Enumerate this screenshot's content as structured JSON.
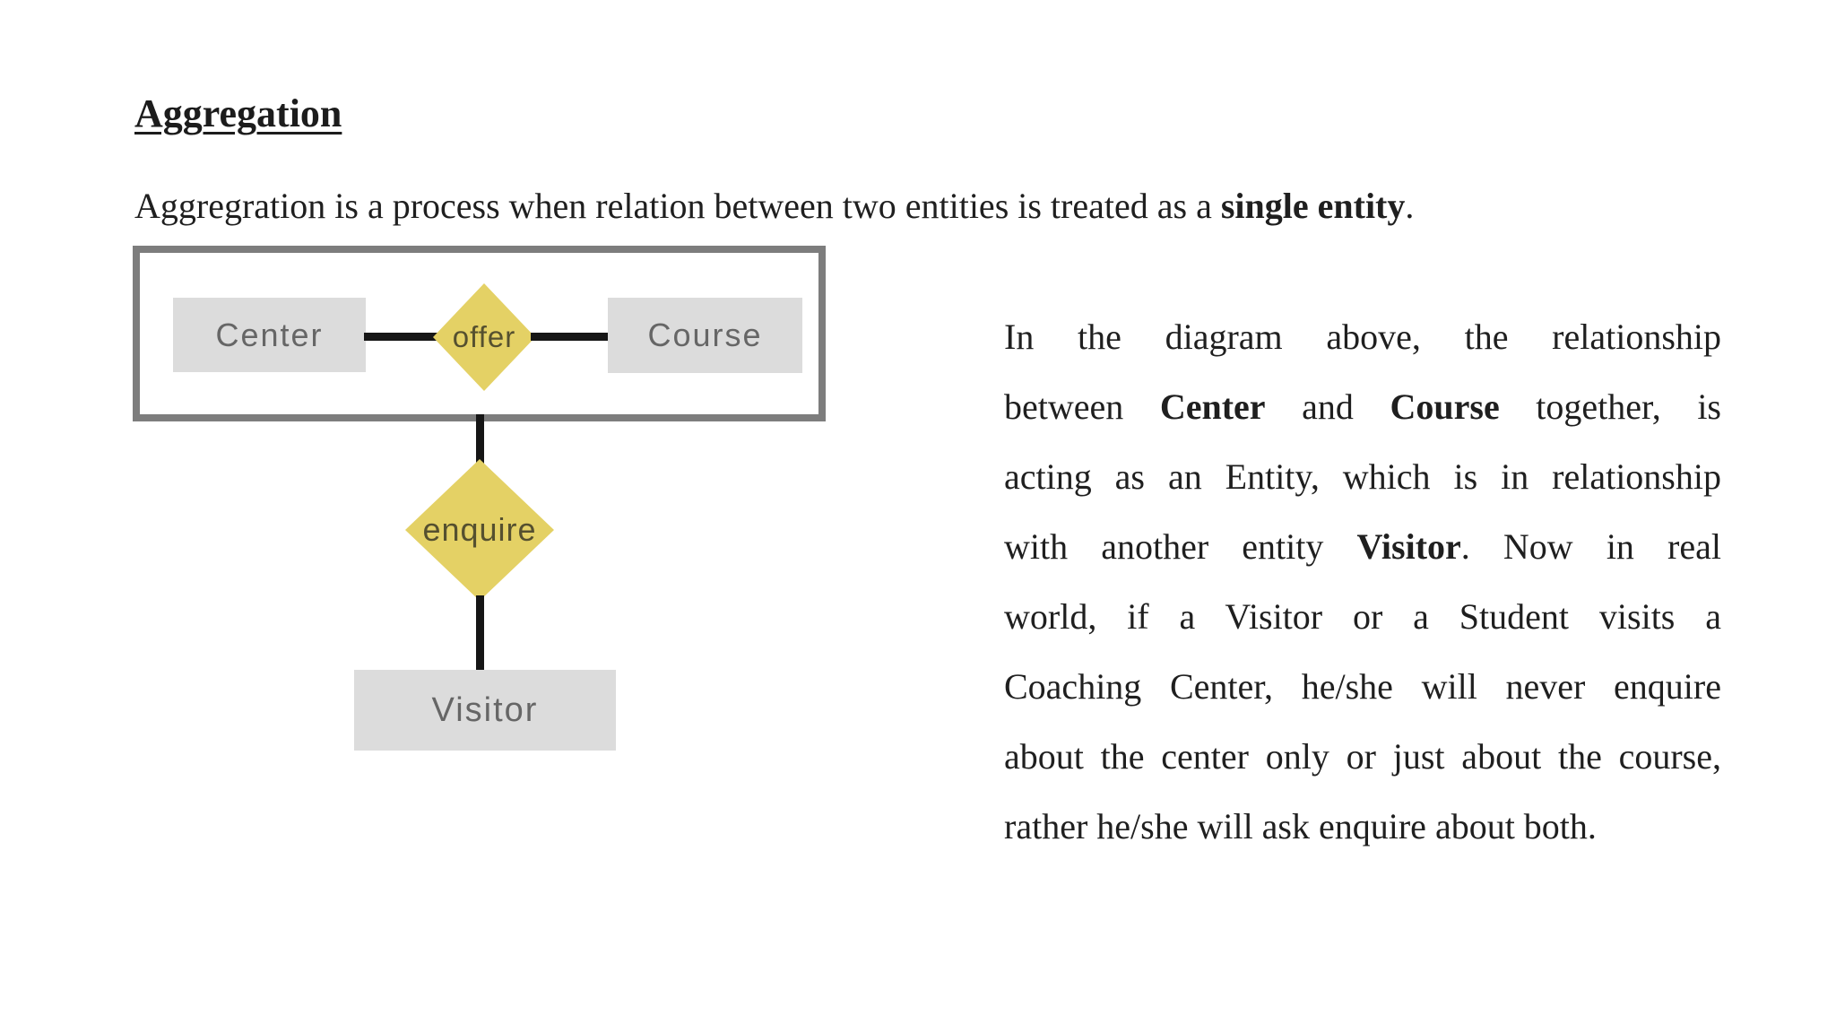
{
  "heading": "Aggregation",
  "intro": {
    "prefix": "Aggregration is a process when relation between two entities is treated as a ",
    "bold": "single entity",
    "suffix": "."
  },
  "diagram": {
    "entities": {
      "center": "Center",
      "course": "Course",
      "visitor": "Visitor"
    },
    "relationships": {
      "offer": "offer",
      "enquire": "enquire"
    },
    "colors": {
      "entity_fill": "#dcdcdc",
      "relationship_fill": "#e4d165",
      "boundary_border": "#7d7d7d",
      "connector": "#161616",
      "entity_text": "#666666",
      "relationship_text": "#55502f"
    }
  },
  "description": {
    "lines": [
      {
        "last": false,
        "segments": [
          {
            "t": "In the diagram above, the relationship",
            "b": false
          }
        ]
      },
      {
        "last": false,
        "segments": [
          {
            "t": "between ",
            "b": false
          },
          {
            "t": "Center",
            "b": true
          },
          {
            "t": " and ",
            "b": false
          },
          {
            "t": "Course",
            "b": true
          },
          {
            "t": " together, is",
            "b": false
          }
        ]
      },
      {
        "last": false,
        "segments": [
          {
            "t": "acting as an Entity, which is in relationship",
            "b": false
          }
        ]
      },
      {
        "last": false,
        "segments": [
          {
            "t": "with another entity ",
            "b": false
          },
          {
            "t": "Visitor",
            "b": true
          },
          {
            "t": ". Now in real",
            "b": false
          }
        ]
      },
      {
        "last": false,
        "segments": [
          {
            "t": "world, if a Visitor or a Student visits a",
            "b": false
          }
        ]
      },
      {
        "last": false,
        "segments": [
          {
            "t": "Coaching Center, he/she will never enquire",
            "b": false
          }
        ]
      },
      {
        "last": false,
        "segments": [
          {
            "t": "about the center only or just about the course,",
            "b": false
          }
        ]
      },
      {
        "last": true,
        "segments": [
          {
            "t": "rather he/she will ask enquire about both.",
            "b": false
          }
        ]
      }
    ]
  }
}
